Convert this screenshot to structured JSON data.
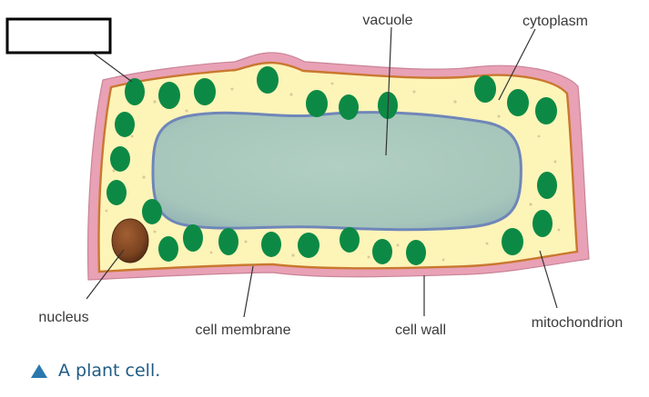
{
  "labels": {
    "blank_box": "",
    "vacuole": "vacuole",
    "cytoplasm": "cytoplasm",
    "nucleus": "nucleus",
    "cell_membrane": "cell membrane",
    "cell_wall": "cell wall",
    "mitochondrion": "mitochondrion"
  },
  "caption": {
    "text": "A plant cell."
  },
  "colors": {
    "cell_wall": "#e9a1b6",
    "cell_membrane": "#c9782f",
    "cytoplasm": "#fdf4b8",
    "vacuole": "#a9c9bd",
    "vacuole_edge": "#6f86b9",
    "chloroplast_like_organelle": "#0c8a45",
    "nucleus": "#7a4320",
    "caption_text": "#1f5b84",
    "caption_marker": "#2a78ad"
  }
}
